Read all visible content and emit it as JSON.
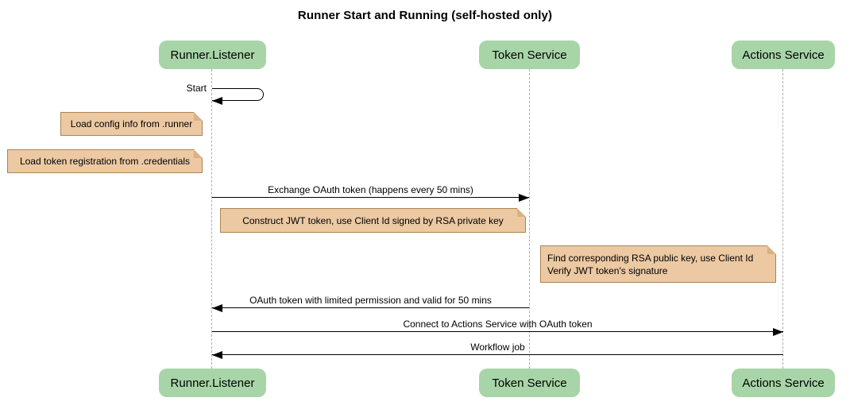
{
  "title": "Runner Start and Running (self-hosted only)",
  "participants": [
    {
      "name": "Runner.Listener"
    },
    {
      "name": "Token Service"
    },
    {
      "name": "Actions Service"
    }
  ],
  "messages": {
    "self_start": {
      "label": "Start"
    },
    "exchange": {
      "label": "Exchange OAuth token (happens every 50 mins)"
    },
    "oauth_return": {
      "label": "OAuth token with limited permission and valid for 50 mins"
    },
    "connect": {
      "label": "Connect to Actions Service with OAuth token"
    },
    "workflow": {
      "label": "Workflow job"
    }
  },
  "notes": {
    "config": {
      "text": "Load config info from .runner"
    },
    "credentials": {
      "text": "Load token registration from .credentials"
    },
    "jwt": {
      "text": "Construct JWT token, use Client Id signed by RSA private key"
    },
    "verify": {
      "line1": "Find corresponding RSA public key, use Client Id",
      "line2": "Verify JWT token's signature"
    }
  },
  "colors": {
    "background": "#FFFFFF",
    "participant_fill": "#A8D5A8",
    "note_fill": "#ECC9A3",
    "note_border": "#AE8352",
    "note_fold": "#D9B183",
    "lifeline": "#ADADAD",
    "message_line": "#000000",
    "text": "#000000"
  }
}
